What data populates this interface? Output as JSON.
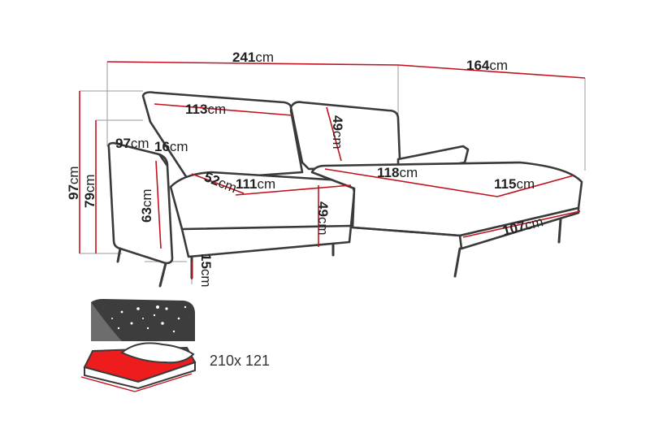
{
  "diagram": {
    "colors": {
      "dimension_line": "#c1121f",
      "outline": "#3a3a3a",
      "leader": "#8a8a8a",
      "bed_fill": "#ee1c1c"
    },
    "dimensions": {
      "total_width": "241",
      "chaise_depth": "164",
      "back_cushion_width": "113",
      "right_cushion_height": "49",
      "armrest_depth": "97",
      "armrest_width": "16",
      "total_height": "97",
      "back_height": "79",
      "arm_height": "63",
      "seat_depth": "52",
      "seat_width": "111",
      "seat_height": "49",
      "leg_height": "15",
      "chaise_seat_length": "118",
      "chaise_front_depth": "115",
      "chaise_width": "107"
    },
    "unit": "cm",
    "bed_inset": {
      "icon": "sleep-function-icon",
      "size_label": "210x 121"
    }
  }
}
